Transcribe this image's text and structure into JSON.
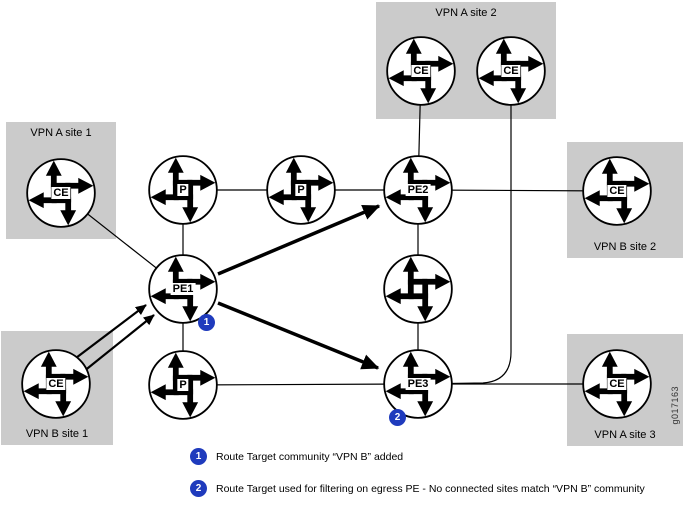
{
  "watermark": "g017163",
  "sites": {
    "vpn_a_site_1": {
      "label": "VPN A site 1"
    },
    "vpn_a_site_2": {
      "label": "VPN A site 2"
    },
    "vpn_b_site_1": {
      "label": "VPN B site 1"
    },
    "vpn_b_site_2": {
      "label": "VPN B site 2"
    },
    "vpn_a_site_3": {
      "label": "VPN A site 3"
    }
  },
  "routers": {
    "ce_a1": {
      "label": "CE"
    },
    "ce_a2_1": {
      "label": "CE"
    },
    "ce_a2_2": {
      "label": "CE"
    },
    "ce_b1": {
      "label": "CE"
    },
    "ce_b2": {
      "label": "CE"
    },
    "ce_a3": {
      "label": "CE"
    },
    "p1": {
      "label": "P"
    },
    "p2": {
      "label": "P"
    },
    "p3": {
      "label": "P"
    },
    "pe1": {
      "label": "PE1"
    },
    "pe2": {
      "label": "PE2"
    },
    "pe3": {
      "label": "PE3"
    },
    "core_mid": {
      "label": ""
    }
  },
  "badges": {
    "b1": "1",
    "b2": "2"
  },
  "legend": {
    "items": [
      {
        "badge": "1",
        "text": "Route Target community “VPN B” added"
      },
      {
        "badge": "2",
        "text": "Route Target used for filtering on egress PE - No connected sites match “VPN B” community"
      }
    ]
  },
  "colors": {
    "site_bg": "#cbcbcb",
    "badge_bg": "#1f3bbd",
    "line": "#000000"
  }
}
